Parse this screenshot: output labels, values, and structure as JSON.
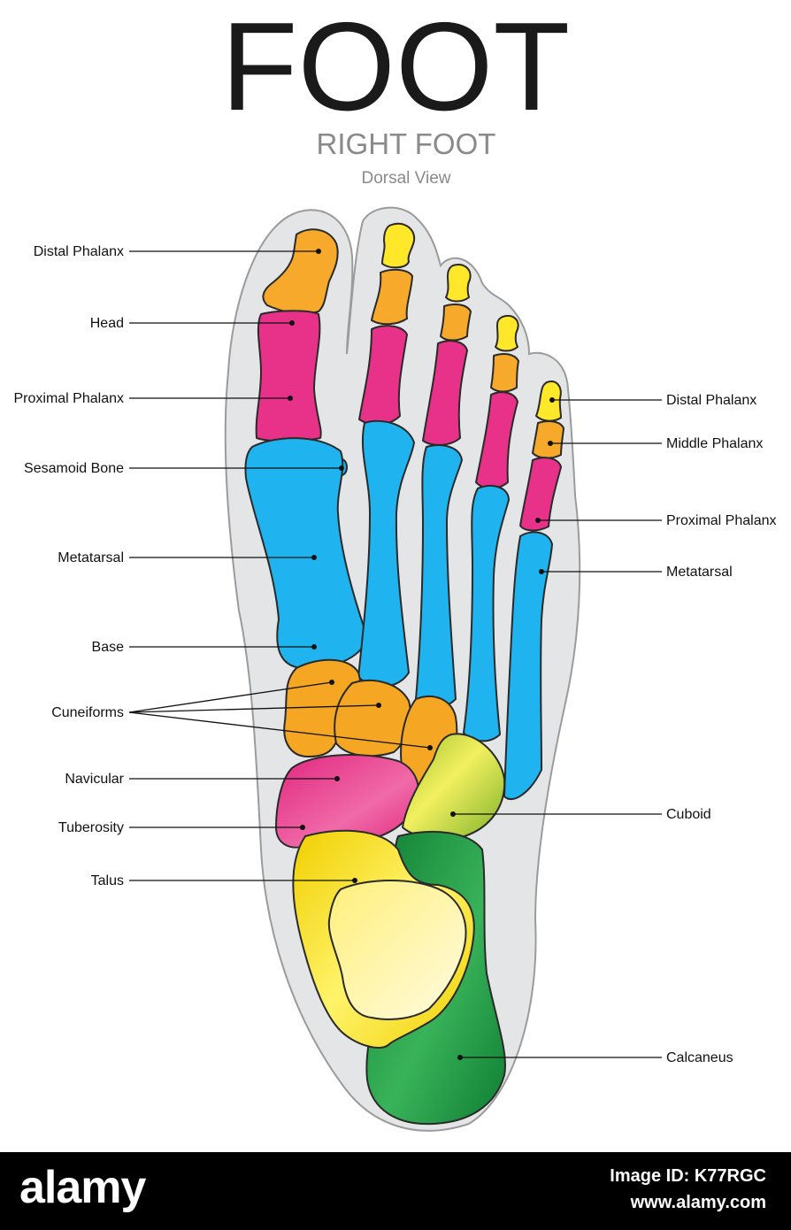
{
  "title": "FOOT",
  "subtitle": "RIGHT FOOT",
  "view": "Dorsal View",
  "colors": {
    "skin": "#e4e5e7",
    "phalanx_distal": "#f6a92a",
    "phalanx_head": "#e8328a",
    "metatarsal": "#1fb4ef",
    "cuneiform": "#f5a623",
    "navicular": "#e8328a",
    "cuboid": "#b5cc2a",
    "talus": "#ffe72a",
    "calcaneus": "#1f9a43"
  },
  "labels_left": {
    "distal_phalanx": "Distal Phalanx",
    "head": "Head",
    "proximal_phalanx": "Proximal Phalanx",
    "sesamoid_bone": "Sesamoid Bone",
    "metatarsal": "Metatarsal",
    "base": "Base",
    "cuneiforms": "Cuneiforms",
    "navicular": "Navicular",
    "tuberosity": "Tuberosity",
    "talus": "Talus"
  },
  "labels_right": {
    "distal_phalanx": "Distal Phalanx",
    "middle_phalanx": "Middle Phalanx",
    "proximal_phalanx": "Proximal Phalanx",
    "metatarsal": "Metatarsal",
    "cuboid": "Cuboid",
    "calcaneus": "Calcaneus"
  },
  "footer": {
    "logo": "alamy",
    "image_id": "Image ID: K77RGC",
    "site": "www.alamy.com"
  }
}
